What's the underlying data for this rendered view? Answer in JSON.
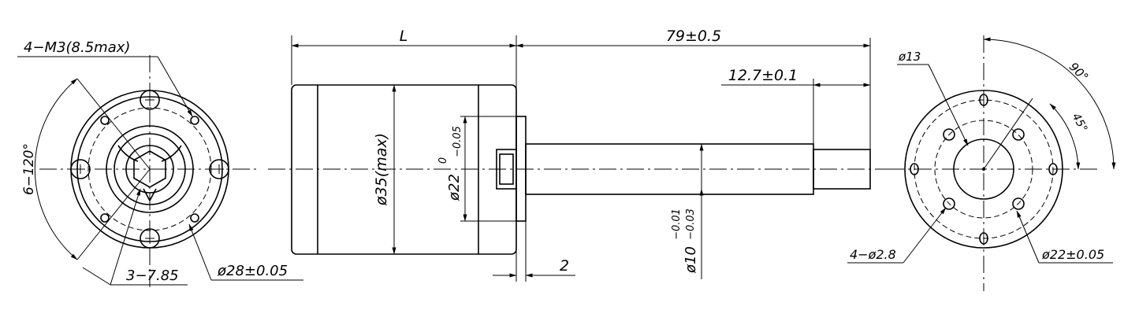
{
  "dimensions": {
    "front_thread": "4−M3(8.5max)",
    "front_angle": "6−120°",
    "front_hex": "3−7.85",
    "front_pcd": "ø28±0.05",
    "side_length": "L",
    "side_total": "79±0.5",
    "side_shaft_len": "12.7±0.1",
    "side_body_dia": "ø35(max)",
    "side_pilot_dia": "ø22",
    "side_pilot_tol_upper": "0",
    "side_pilot_tol_lower": "−0.05",
    "side_flange": "2",
    "side_shaft_dia": "ø10",
    "side_shaft_tol_upper": "−0.01",
    "side_shaft_tol_lower": "−0.03",
    "rear_bore": "ø13",
    "rear_angle_90": "90°",
    "rear_angle_45": "45°",
    "rear_holes": "4−ø2.8",
    "rear_pcd": "ø22±0.05"
  }
}
